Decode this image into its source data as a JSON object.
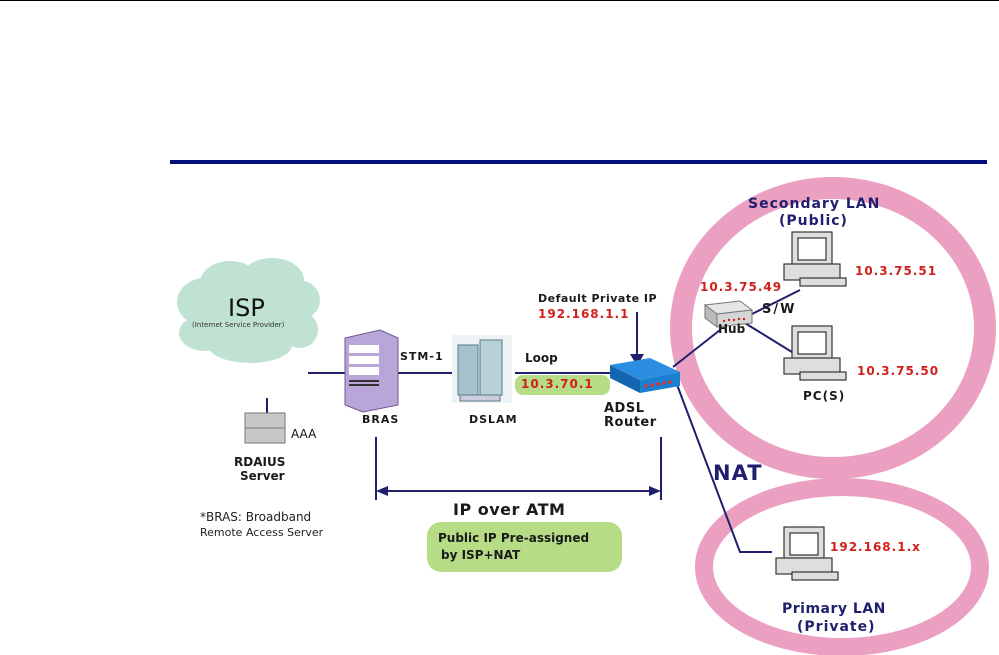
{
  "diagram": {
    "isp": {
      "title": "ISP",
      "subtitle": "(Internet Service Provider)"
    },
    "aaa_label": "AAA",
    "radius": {
      "line1": "RDAIUS",
      "line2": "Server"
    },
    "bras_label": "BRAS",
    "stm_label": "STM-1",
    "dslam_label": "DSLAM",
    "loop_label": "Loop",
    "loop_ip": "10.3.70.1",
    "default_ip": {
      "caption": "Default Private IP",
      "value": "192.168.1.1"
    },
    "router": {
      "line1": "ADSL",
      "line2": "Router"
    },
    "secondary_lan": {
      "title": "Secondary  LAN",
      "subtitle": "(Public)",
      "hub_ip": "10.3.75.49",
      "hub_label": "Hub",
      "sw_label": "S/W",
      "pc1_ip": "10.3.75.51",
      "pc2_ip": "10.3.75.50",
      "pcs_label": "PC(S)"
    },
    "nat_label": "NAT",
    "primary_lan": {
      "title": "Primary LAN",
      "subtitle": "(Private)",
      "pc_ip": "192.168.1.x"
    },
    "ip_over_atm": "IP over ATM",
    "public_ip_box": {
      "line1": "Public IP Pre-assigned",
      "line2": "by ISP+NAT"
    },
    "footnote": {
      "line1": "*BRAS: Broadband",
      "line2": "Remote Access Server"
    },
    "colors": {
      "navy": "#1f1f6e",
      "red": "#d0201c",
      "pink": "#eb9fc1",
      "green_pill": "#b6dc86",
      "cloud": "#bfe2d3",
      "router_blue": "#1a7fd0",
      "bras_purple": "#b9a6d8"
    }
  }
}
